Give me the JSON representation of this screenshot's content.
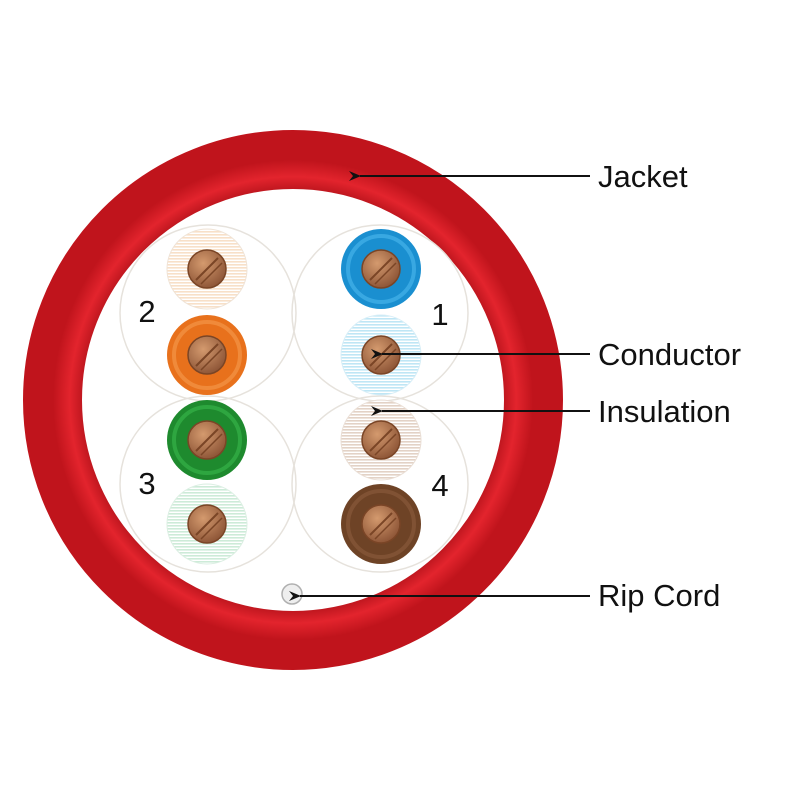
{
  "labels": {
    "jacket": "Jacket",
    "conductor": "Conductor",
    "insulation": "Insulation",
    "rip_cord": "Rip Cord"
  },
  "pair_numbers": {
    "pair1": "1",
    "pair2": "2",
    "pair3": "3",
    "pair4": "4"
  },
  "colors": {
    "jacket": "#d91c24",
    "background": "#ffffff",
    "copper": "#b8754a",
    "blue": "#1a8fd0",
    "blue_stripe": "#bfe6f5",
    "orange": "#e8711c",
    "orange_stripe": "#f8e0c8",
    "green": "#1e8a2e",
    "green_stripe": "#cdebd8",
    "brown": "#6e4326",
    "brown_stripe": "#e3d2c6",
    "rip_cord": "#e6e6e6"
  },
  "icons": {
    "pointer": "arrow-pointer-icon"
  }
}
